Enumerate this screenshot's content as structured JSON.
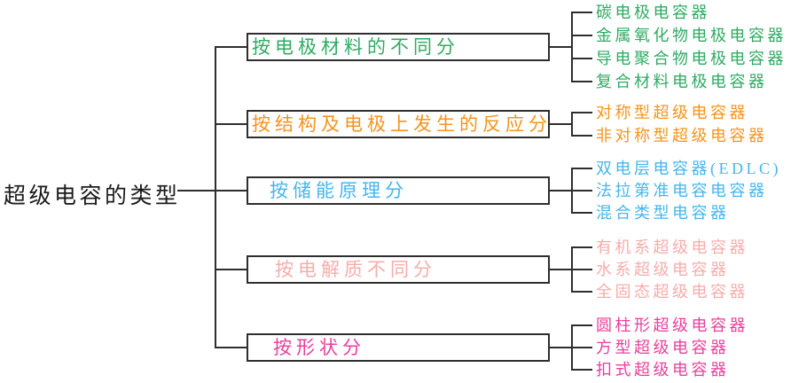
{
  "root": {
    "label": "超级电容的类型"
  },
  "line_color": "#2e2e2e",
  "branches": [
    {
      "label": "按电极材料的不同分",
      "color": "#2fab63",
      "leaves": [
        "碳电极电容器",
        "金属氧化物电极电容器",
        "导电聚合物电极电容器",
        "复合材料电极电容器"
      ]
    },
    {
      "label": "按结构及电极上发生的反应分",
      "color": "#f6941d",
      "leaves": [
        "对称型超级电容器",
        "非对称型超级电容器"
      ]
    },
    {
      "label": "按储能原理分",
      "color": "#45b6ee",
      "leaves": [
        "双电层电容器(EDLC)",
        "法拉第准电容电容器",
        "混合类型电容器"
      ]
    },
    {
      "label": "按电解质不同分",
      "color": "#f6adab",
      "leaves": [
        "有机系超级电容器",
        "水系超级电容器",
        "全固态超级电容器"
      ]
    },
    {
      "label": "按形状分",
      "color": "#e9409c",
      "leaves": [
        "圆柱形超级电容器",
        "方型超级电容器",
        "扣式超级电容器"
      ]
    }
  ]
}
